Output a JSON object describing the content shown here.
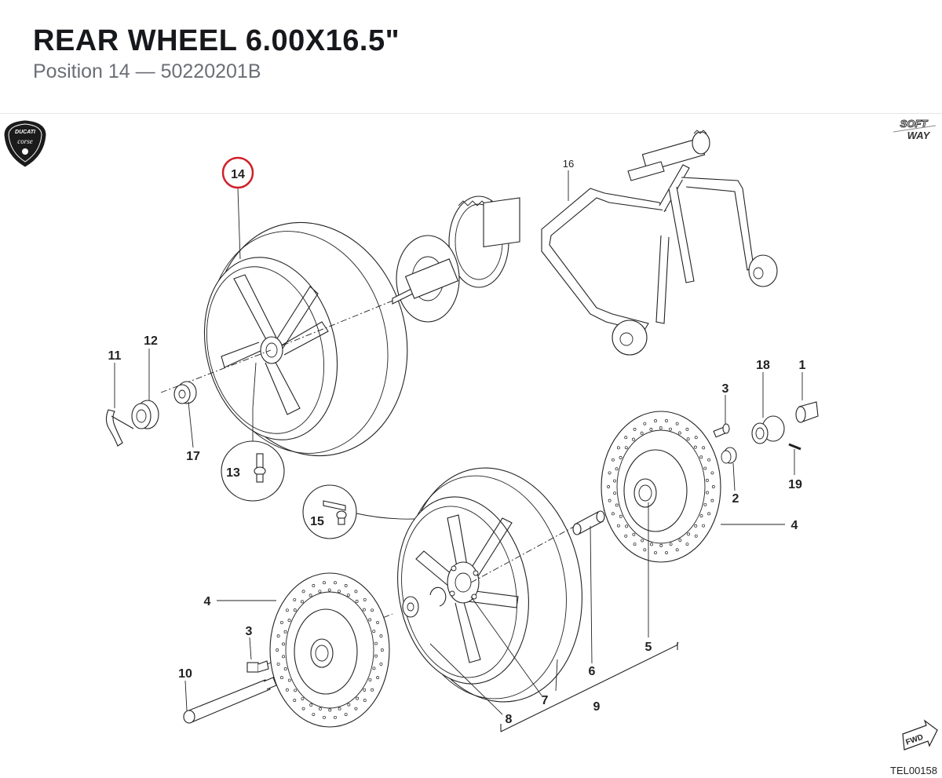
{
  "header": {
    "title": "REAR WHEEL 6.00X16.5\"",
    "subtitle": "Position 14 — 50220201B"
  },
  "logos": {
    "left_text_1": "DUCATI",
    "left_text_2": "corse",
    "right_text_1": "SOFT",
    "right_text_2": "WAY"
  },
  "highlight": {
    "label": "14",
    "color": "#d0202a"
  },
  "callouts": {
    "c1": "1",
    "c2": "2",
    "c3a": "3",
    "c3b": "3",
    "c4a": "4",
    "c4b": "4",
    "c5": "5",
    "c6": "6",
    "c7": "7",
    "c8": "8",
    "c9": "9",
    "c10": "10",
    "c11": "11",
    "c12": "12",
    "c13": "13",
    "c15": "15",
    "c16": "16",
    "c17": "17",
    "c18": "18",
    "c19": "19"
  },
  "fwd_label": "FWD",
  "drawing_code": "TEL00158"
}
